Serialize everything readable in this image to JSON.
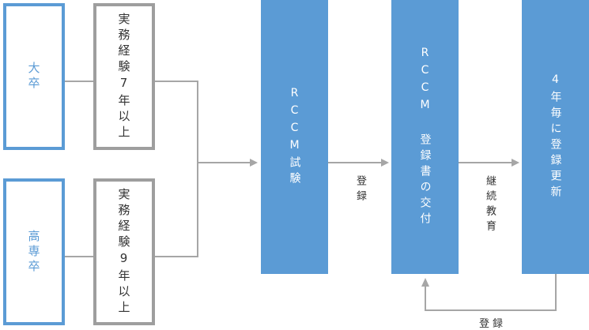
{
  "nodes": {
    "univ": "大卒",
    "college": "高専卒",
    "exp7": "実務経験7年以上",
    "exp9": "実務経験9年以上",
    "exam": "RCCM試験",
    "cert": "RCCM 登録書の交付",
    "renew": "4年毎に登録更新"
  },
  "edge_labels": {
    "register": "登録",
    "education": "継続教育",
    "register_back": "登録"
  },
  "colors": {
    "blue": "#5b9bd5",
    "gray": "#9e9e9e",
    "line": "#a6a6a6"
  }
}
